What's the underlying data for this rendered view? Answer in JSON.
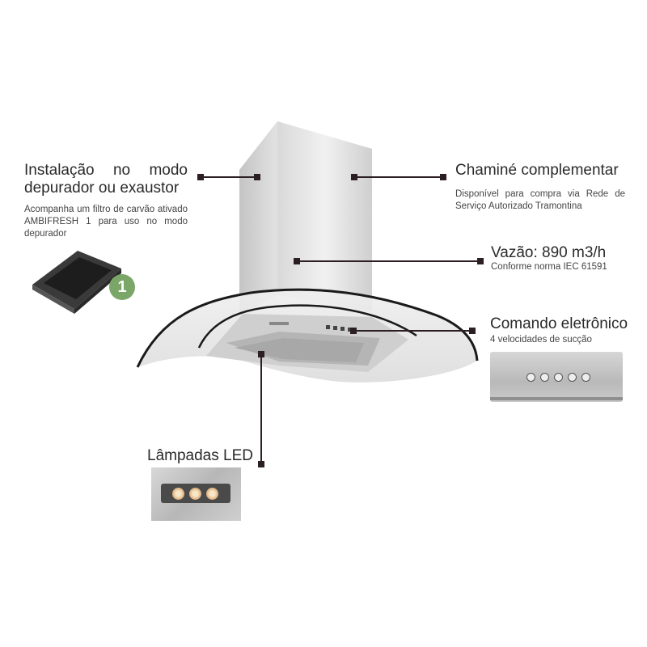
{
  "callouts": {
    "installation": {
      "title_line1": "Instalação no modo",
      "title_line2": "depurador ou exaustor",
      "description": "Acompanha um filtro de carvão ativado AMBIFRESH 1 para uso no modo depurador",
      "badge": "1"
    },
    "chimney": {
      "title": "Chaminé complementar",
      "description": "Disponível para compra via Rede de Serviço Autorizado Tramontina"
    },
    "flow": {
      "title": "Vazão: 890 m3/h",
      "description": "Conforme norma IEC 61591"
    },
    "control": {
      "title": "Comando eletrônico",
      "description": "4 velocidades de sucção"
    },
    "led": {
      "title": "Lâmpadas LED"
    }
  },
  "colors": {
    "badge": "#7aa668",
    "leader_line": "#2b1f24"
  },
  "icons": [
    "carbon-filter-icon",
    "range-hood-icon",
    "control-panel-icon",
    "led-lamps-icon"
  ]
}
